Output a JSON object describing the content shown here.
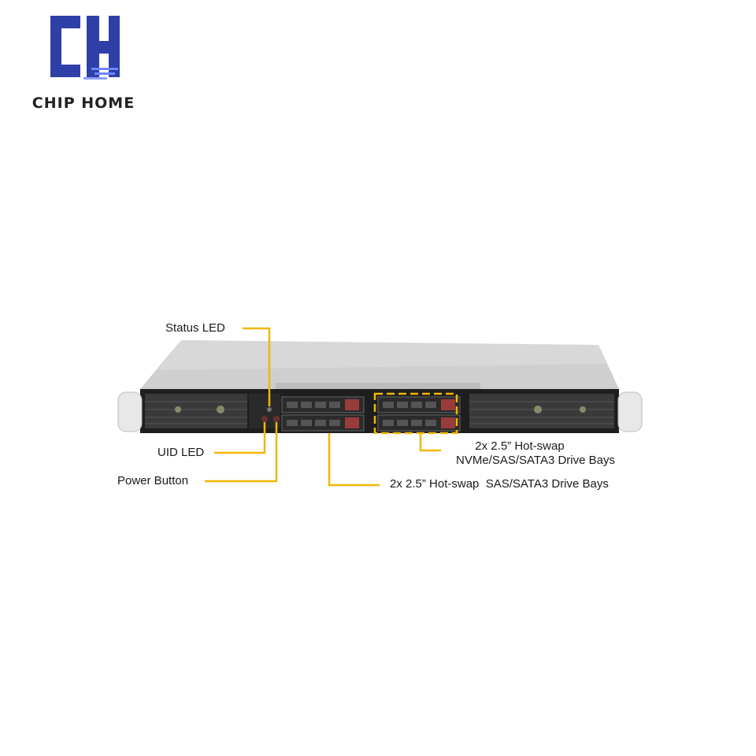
{
  "logo": {
    "text": "CHIP HOME",
    "mark": "CH"
  },
  "colors": {
    "callout": "#f2b705",
    "chassis_dark": "#1e1e1e",
    "chassis_top": "#c9c9c9",
    "logo_blue": "#2f3fa8",
    "drive_red": "#9a3b3b"
  },
  "callouts": {
    "status_led": "Status LED",
    "uid_led": "UID LED",
    "power_button": "Power Button",
    "nvme_bays_line1": "2x 2.5” Hot-swap",
    "nvme_bays_line2": "NVMe/SAS/SATA3 Drive Bays",
    "sas_bays": "2x 2.5” Hot-swap  SAS/SATA3 Drive Bays"
  }
}
